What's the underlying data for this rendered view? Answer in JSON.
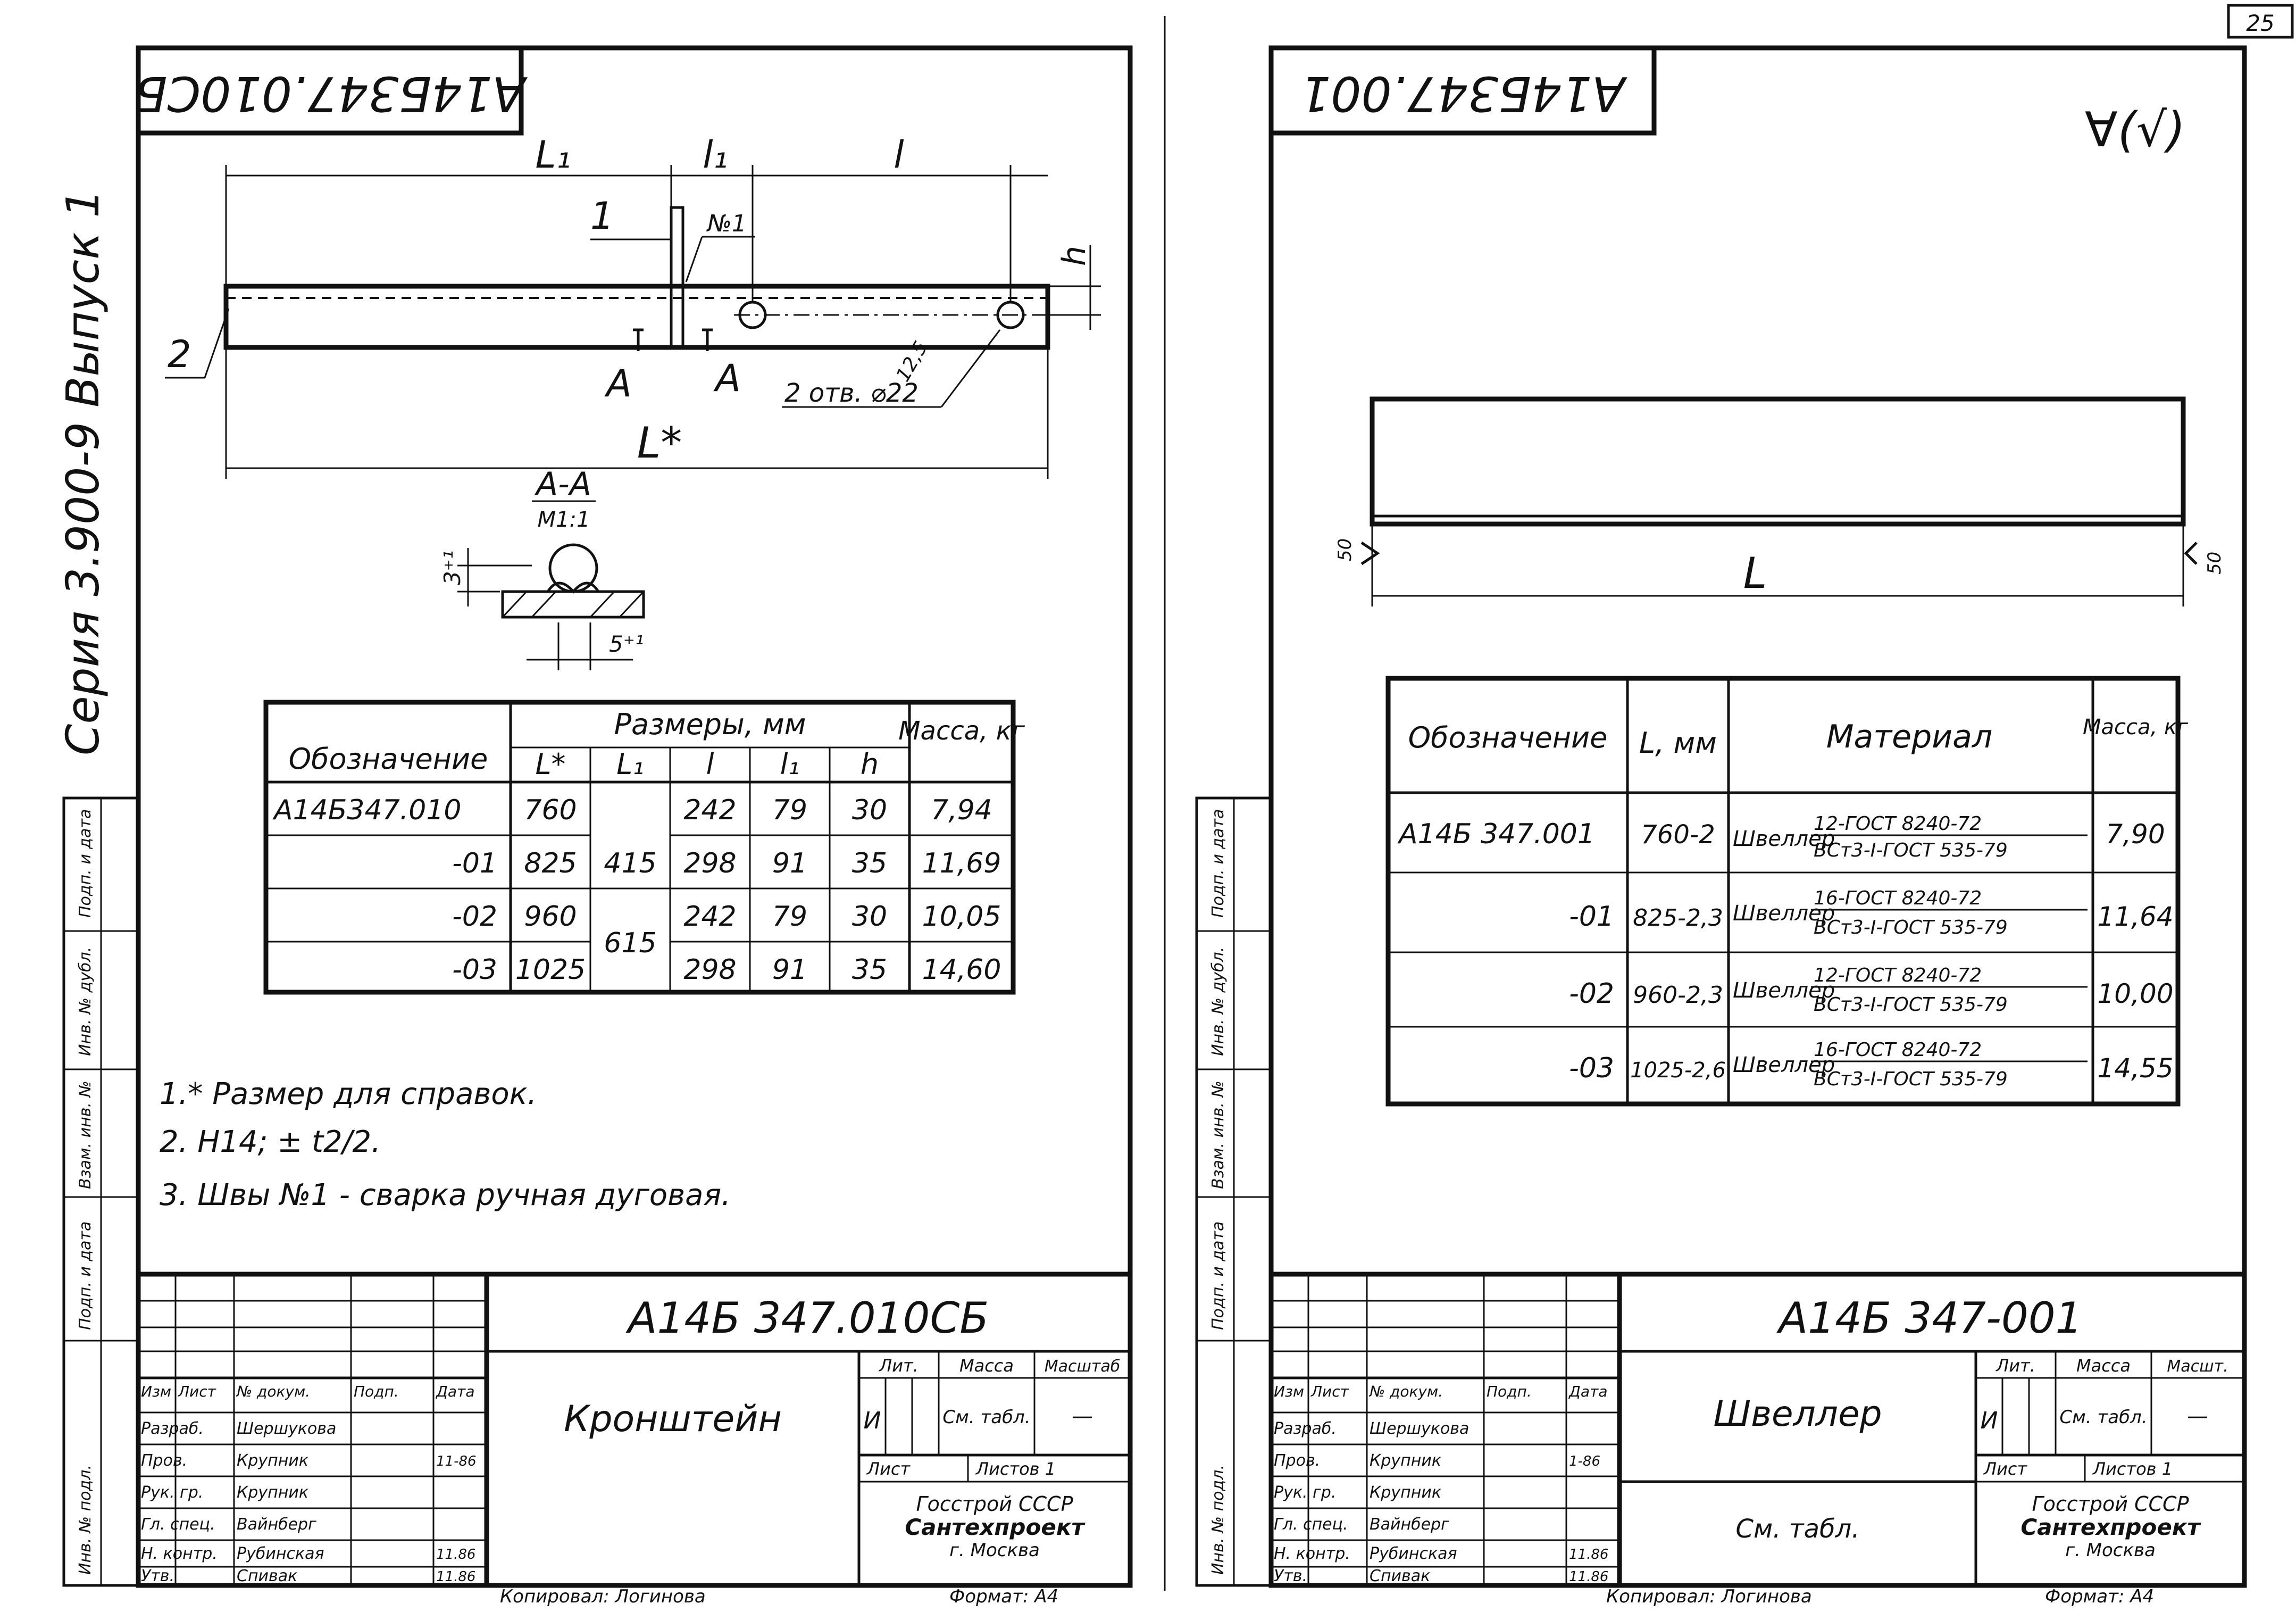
{
  "page_number": "25",
  "left": {
    "top_code": "А14Б347.010СБ",
    "side_text": "Серия 3.900-9 Выпуск 1",
    "drawing": {
      "dim_L1": "L₁",
      "dim_l1": "l₁",
      "dim_l": "l",
      "dim_h": "h",
      "dim_Lstar": "L*",
      "callout_1": "1",
      "callout_2": "2",
      "weld_label": "№1",
      "section_mark_left": "А",
      "section_mark_right": "А",
      "holes_label": "2 отв. ⌀22",
      "roughness_value": "12,5",
      "section_title": "А-А",
      "section_scale": "М1:1",
      "dim_3": "3⁺¹",
      "dim_5": "5⁺¹"
    },
    "table": {
      "header_designation": "Обозначение",
      "header_sizes": "Размеры, мм",
      "header_mass": "Масса, кг",
      "sub_headers": [
        "L*",
        "L₁",
        "l",
        "l₁",
        "h"
      ],
      "rows": [
        {
          "designation": "А14Б347.010",
          "Lstar": "760",
          "L1": "415",
          "l": "242",
          "l1": "79",
          "h": "30",
          "mass": "7,94"
        },
        {
          "designation": "-01",
          "Lstar": "825",
          "L1": "",
          "l": "298",
          "l1": "91",
          "h": "35",
          "mass": "11,69"
        },
        {
          "designation": "-02",
          "Lstar": "960",
          "L1": "615",
          "l": "242",
          "l1": "79",
          "h": "30",
          "mass": "10,05"
        },
        {
          "designation": "-03",
          "Lstar": "1025",
          "L1": "",
          "l": "298",
          "l1": "91",
          "h": "35",
          "mass": "14,60"
        }
      ]
    },
    "notes": [
      "1.* Размер для справок.",
      "2. Н14; ± t2/2.",
      "3. Швы №1 - сварка ручная дуговая."
    ],
    "title_block": {
      "doc_code": "А14Б 347.010СБ",
      "name": "Кронштейн",
      "col_headers": [
        "Изм",
        "Лист",
        "№ докум.",
        "Подп.",
        "Дата"
      ],
      "roles": [
        {
          "role": "Разраб.",
          "person": "Шершукова",
          "date": ""
        },
        {
          "role": "Пров.",
          "person": "Крупник",
          "date": "11-86"
        },
        {
          "role": "Рук. гр.",
          "person": "Крупник",
          "date": ""
        },
        {
          "role": "Гл. спец.",
          "person": "Вайнберг",
          "date": ""
        },
        {
          "role": "Н. контр.",
          "person": "Рубинская",
          "date": "11.86"
        },
        {
          "role": "Утв.",
          "person": "Спивак",
          "date": "11.86"
        }
      ],
      "lit_label": "Лит.",
      "mass_label": "Масса",
      "scale_label": "Масштаб",
      "lit_value": "И",
      "mass_value": "См. табл.",
      "scale_value": "—",
      "sheet_label": "Лист",
      "sheets_label": "Листов 1",
      "org_line1": "Госстрой СССР",
      "org_line2": "Сантехпроект",
      "org_line3": "г. Москва"
    },
    "copied": "Копировал: Логинова",
    "format": "Формат: А4",
    "side_stamp_labels": [
      "Инв. № подл.",
      "Подп. и дата",
      "Взам. инв. №",
      "Инв. № дубл.",
      "Подп. и дата"
    ]
  },
  "right": {
    "top_code": "А14Б347.001",
    "roughness_mark": "∀(√)",
    "drawing": {
      "dim_L": "L",
      "rough_left": "50",
      "rough_right": "50"
    },
    "table": {
      "header_designation": "Обозначение",
      "header_L": "L, мм",
      "header_material": "Материал",
      "header_mass": "Масса, кг",
      "rows": [
        {
          "designation": "А14Б 347.001",
          "L": "760-2",
          "material_word": "Швеллер",
          "material_top": "12-ГОСТ 8240-72",
          "material_bottom": "ВСт3-I-ГОСТ 535-79",
          "mass": "7,90"
        },
        {
          "designation": "-01",
          "L": "825-2,3",
          "material_word": "Швеллер",
          "material_top": "16-ГОСТ 8240-72",
          "material_bottom": "ВСт3-I-ГОСТ 535-79",
          "mass": "11,64"
        },
        {
          "designation": "-02",
          "L": "960-2,3",
          "material_word": "Швеллер",
          "material_top": "12-ГОСТ 8240-72",
          "material_bottom": "ВСт3-I-ГОСТ 535-79",
          "mass": "10,00"
        },
        {
          "designation": "-03",
          "L": "1025-2,6",
          "material_word": "Швеллер",
          "material_top": "16-ГОСТ 8240-72",
          "material_bottom": "ВСт3-I-ГОСТ 535-79",
          "mass": "14,55"
        }
      ]
    },
    "title_block": {
      "doc_code": "А14Б 347-001",
      "name": "Швеллер",
      "material_note": "См. табл.",
      "col_headers": [
        "Изм",
        "Лист",
        "№ докум.",
        "Подп.",
        "Дата"
      ],
      "roles": [
        {
          "role": "Разраб.",
          "person": "Шершукова",
          "date": ""
        },
        {
          "role": "Пров.",
          "person": "Крупник",
          "date": "1-86"
        },
        {
          "role": "Рук. гр.",
          "person": "Крупник",
          "date": ""
        },
        {
          "role": "Гл. спец.",
          "person": "Вайнберг",
          "date": ""
        },
        {
          "role": "Н. контр.",
          "person": "Рубинская",
          "date": "11.86"
        },
        {
          "role": "Утв.",
          "person": "Спивак",
          "date": "11.86"
        }
      ],
      "lit_label": "Лит.",
      "mass_label": "Масса",
      "scale_label": "Масшт.",
      "lit_value": "И",
      "mass_value": "См. табл.",
      "scale_value": "—",
      "sheet_label": "Лист",
      "sheets_label": "Листов 1",
      "org_line1": "Госстрой СССР",
      "org_line2": "Сантехпроект",
      "org_line3": "г. Москва"
    },
    "copied": "Копировал: Логинова",
    "format": "Формат: А4",
    "side_stamp_labels": [
      "Инв. № подл.",
      "Подп. и дата",
      "Взам. инв. №",
      "Инв. № дубл.",
      "Подп. и дата"
    ]
  }
}
